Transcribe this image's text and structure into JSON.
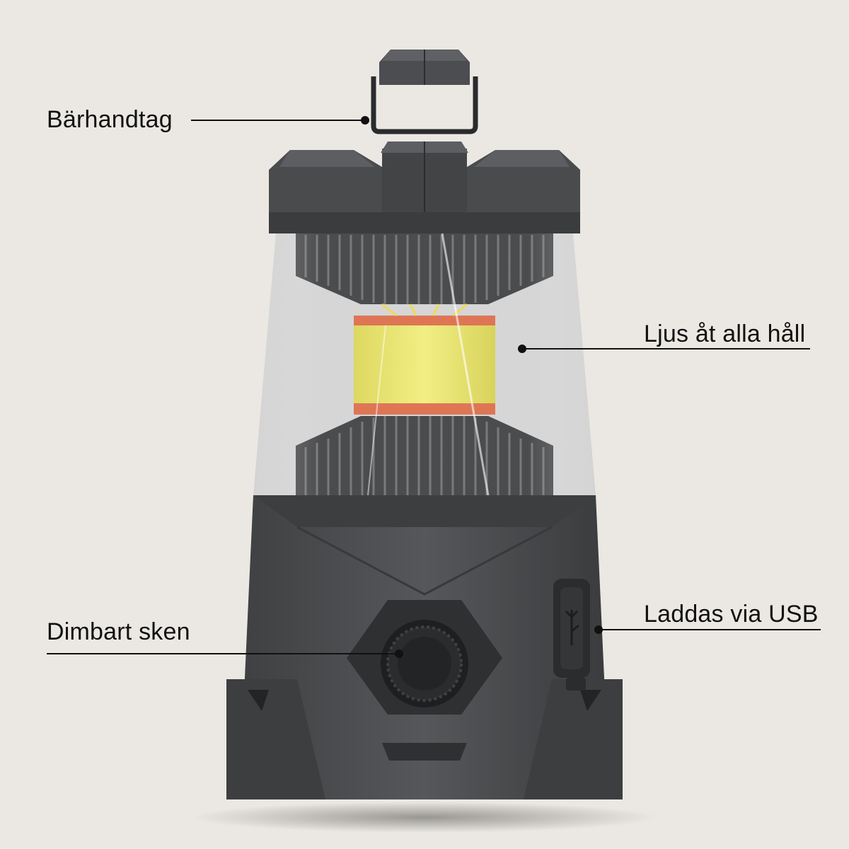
{
  "callouts": {
    "handle": "Bärhandtag",
    "light": "Ljus åt alla håll",
    "usb": "Laddas via USB",
    "dimmer": "Dimbart sken"
  },
  "colors": {
    "background": "#ebe8e3",
    "body": "#4a4b4d",
    "body_dark": "#2f3032",
    "led_yellow": "#e8e23a",
    "led_red": "#d9552c",
    "fins": "#1f2022",
    "text": "#111111"
  },
  "icons": {
    "usb_port": "usb-icon",
    "dimmer_knob": "dimmer-knob-icon"
  }
}
